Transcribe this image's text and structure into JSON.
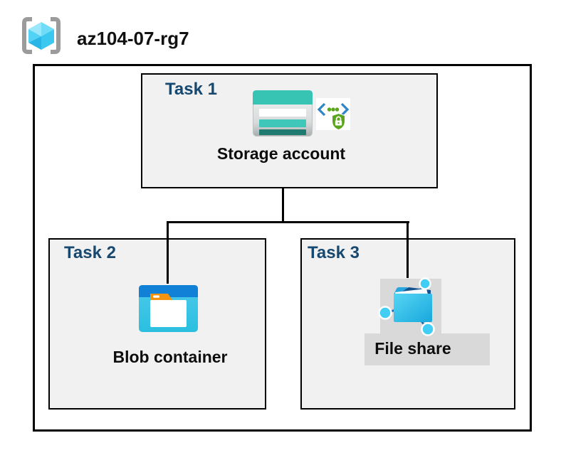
{
  "resource_group": {
    "name": "az104-07-rg7",
    "icon": "resource-group-icon"
  },
  "tasks": [
    {
      "label": "Task 1",
      "item": "Storage account",
      "icons": [
        "storage-account-icon",
        "secure-endpoint-icon"
      ]
    },
    {
      "label": "Task 2",
      "item": "Blob container",
      "icons": [
        "blob-container-icon"
      ]
    },
    {
      "label": "Task 3",
      "item": "File share",
      "icons": [
        "file-share-icon"
      ]
    }
  ],
  "colors": {
    "task_label_navy": "#17486F",
    "task_box_fill": "#F1F1F1",
    "highlight_gray": "#D9D9D9",
    "connector_black": "#000000",
    "storage_teal": "#38C4B3",
    "storage_dark_teal": "#1F7A70",
    "blob_band_blue": "#1081D6",
    "blob_body_cyan": "#35C4E4",
    "folder_tab_orange": "#F4930E",
    "share_cyan": "#2BB3E3",
    "share_navy": "#14518F",
    "shield_green": "#5BA51C",
    "bracket_blue": "#2E86C9",
    "cube_cyan": "#6CDBF7",
    "bracket_gray": "#9B9B9B"
  }
}
